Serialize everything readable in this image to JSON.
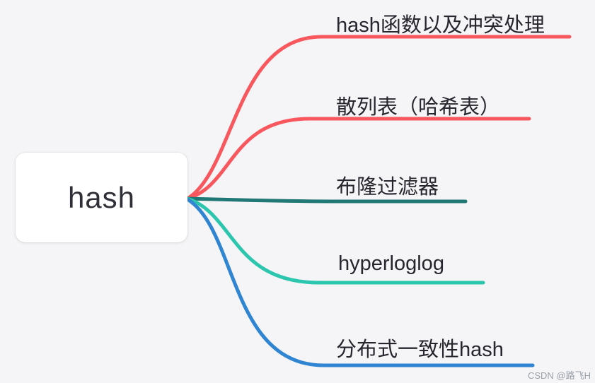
{
  "root": {
    "label": "hash"
  },
  "branches": [
    {
      "label": "hash函数以及冲突处理",
      "color": "#f8575e"
    },
    {
      "label": "散列表（哈希表）",
      "color": "#f8575e"
    },
    {
      "label": "布隆过滤器",
      "color": "#1f7876"
    },
    {
      "label": "hyperloglog",
      "color": "#2cc6af"
    },
    {
      "label": "分布式一致性hash",
      "color": "#2f85d2"
    }
  ],
  "watermark": {
    "text": "CSDN @路飞H"
  },
  "colors": {
    "background": "#f5f4f6",
    "node_background": "#ffffff",
    "label_text": "#26262e",
    "watermark_text": "#99a0a8"
  }
}
